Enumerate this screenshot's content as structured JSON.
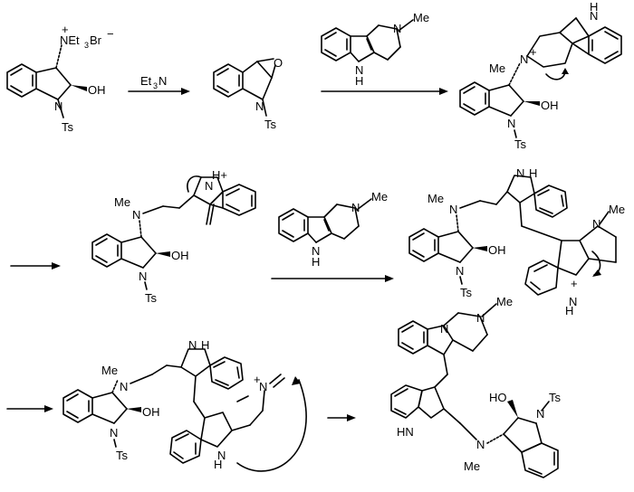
{
  "step1": {
    "reagent": "Et",
    "reagent_sub": "3",
    "reagent_tail": "N"
  },
  "step2": {
    "reagent_me": "Me",
    "reagent_h": "H"
  },
  "step3": {
    "reagent_me": "Me",
    "reagent_h": "H"
  },
  "labels": {
    "ammonium_plus": "+",
    "ammonium_n": "NEt",
    "ammonium_sub": "3",
    "ammonium_br": "Br",
    "ammonium_minus": "−",
    "oh": "OH",
    "ho": "HO",
    "n": "N",
    "nh": "NH",
    "hn": "HN",
    "ts": "Ts",
    "me": "Me",
    "h": "H",
    "o": "O",
    "plus": "+",
    "hplus": "H+"
  }
}
